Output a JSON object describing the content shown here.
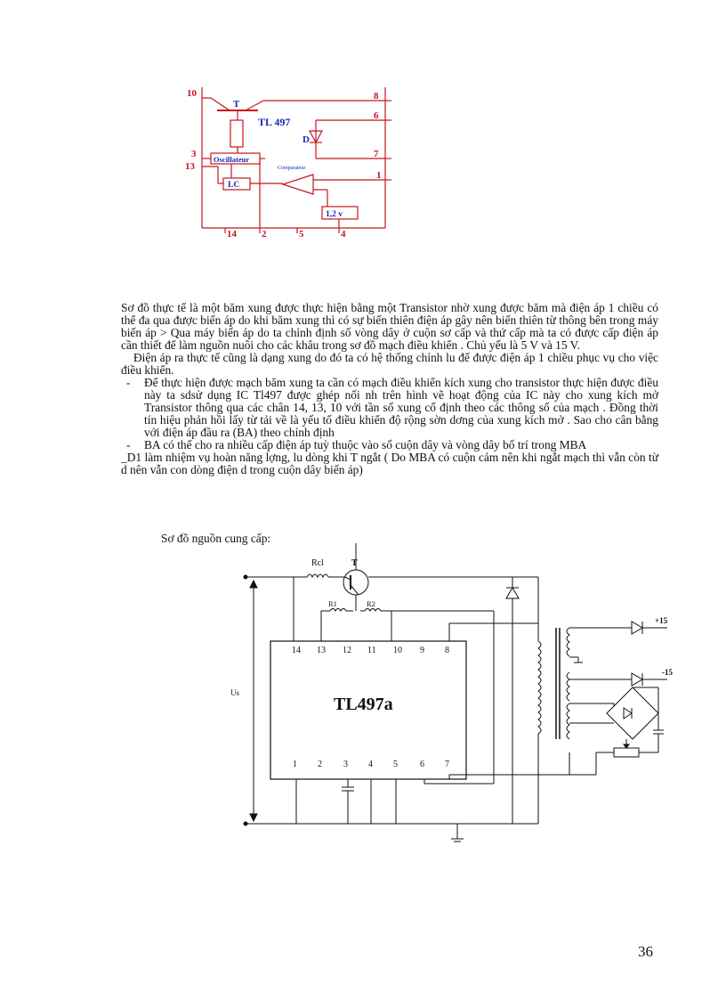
{
  "figure1": {
    "pins": {
      "p10": "10",
      "p8": "8",
      "p6": "6",
      "p3": "3",
      "p13": "13",
      "p7": "7",
      "p1": "1",
      "p14": "14",
      "p2": "2",
      "p5": "5",
      "p4": "4"
    },
    "transistor_label": "T",
    "chip_label": "TL 497",
    "diode_label": "D",
    "oscillator_label": "Oscillateur",
    "comparator_label": "Comparateur",
    "lc_label": "LC",
    "ref_label": "1,2 v",
    "colors": {
      "line": "#c8141e",
      "label_blue": "#1428b4",
      "pin_red": "#c8141e"
    }
  },
  "text": {
    "p1": "Sơ đồ thực tế là một băm xung được thực hiện bằng một Transistor nhờ xung được băm mà điện áp 1 chiều có thể đa qua được biến áp do khi băm xung thì có sự biến thiên điện áp gây nên biến thiên từ thông bên trong máy biến áp > Qua máy biến áp do ta chỉnh định số vòng dây ở cuộn sơ cấp và thứ cấp mà ta có được cấp điện áp cần thiết để làm nguồn nuôi cho các khâu trong sơ đồ mạch điều khiển . Chủ yếu là 5 V và 15 V.",
    "p2": "Điện áp ra thực tế cũng là dạng xung do đó ta có hệ thống chỉnh lu để được điện áp 1 chiều phục vụ cho việc điều khiển.",
    "b1": "Để thực hiện được mạch băm xung ta cần có mạch điều khiển kích xung cho transistor thực hiện được điều này ta sdsử dụng IC Tl497 được ghép nối nh trên hình vẽ hoạt động của IC này cho xung kích mở Transistor thông qua các chân 14, 13, 10 với tần số xung cố định theo các thông số của mạch . Đồng thời tín hiệu phản hồi lấy từ tải về là yếu tố điều khiển độ rộng sờn dơng của xung kích mở . Sao cho cân bằng với điện áp đầu ra (BA) theo chỉnh định",
    "b2": "BA có thể cho ra nhiều cấp điện áp tuỳ thuộc vào số cuộn dây và vòng dây bố trí trong MBA",
    "p3": "_D1 làm nhiệm vụ hoàn năng lợng, lu dòng khi T ngắt ( Do MBA có cuộn cảm nên khi ngắt mạch thì vẫn còn từ d nên vẫn con dòng điện d trong cuộn dây biến áp)",
    "bullet_dash": "-",
    "caption": "Sơ đồ nguồn cung cấp:"
  },
  "figure2": {
    "rcl_label": "Rcl",
    "t_label": "T",
    "r1_label": "R1",
    "r2_label": "R2",
    "us_label": "Us",
    "chip_label": "TL497a",
    "top_pins": [
      "14",
      "13",
      "12",
      "11",
      "10",
      "9",
      "8"
    ],
    "bottom_pins": [
      "1",
      "2",
      "3",
      "4",
      "5",
      "6",
      "7"
    ],
    "out_plus": "+15",
    "out_minus": "-15"
  },
  "page_number": "36"
}
